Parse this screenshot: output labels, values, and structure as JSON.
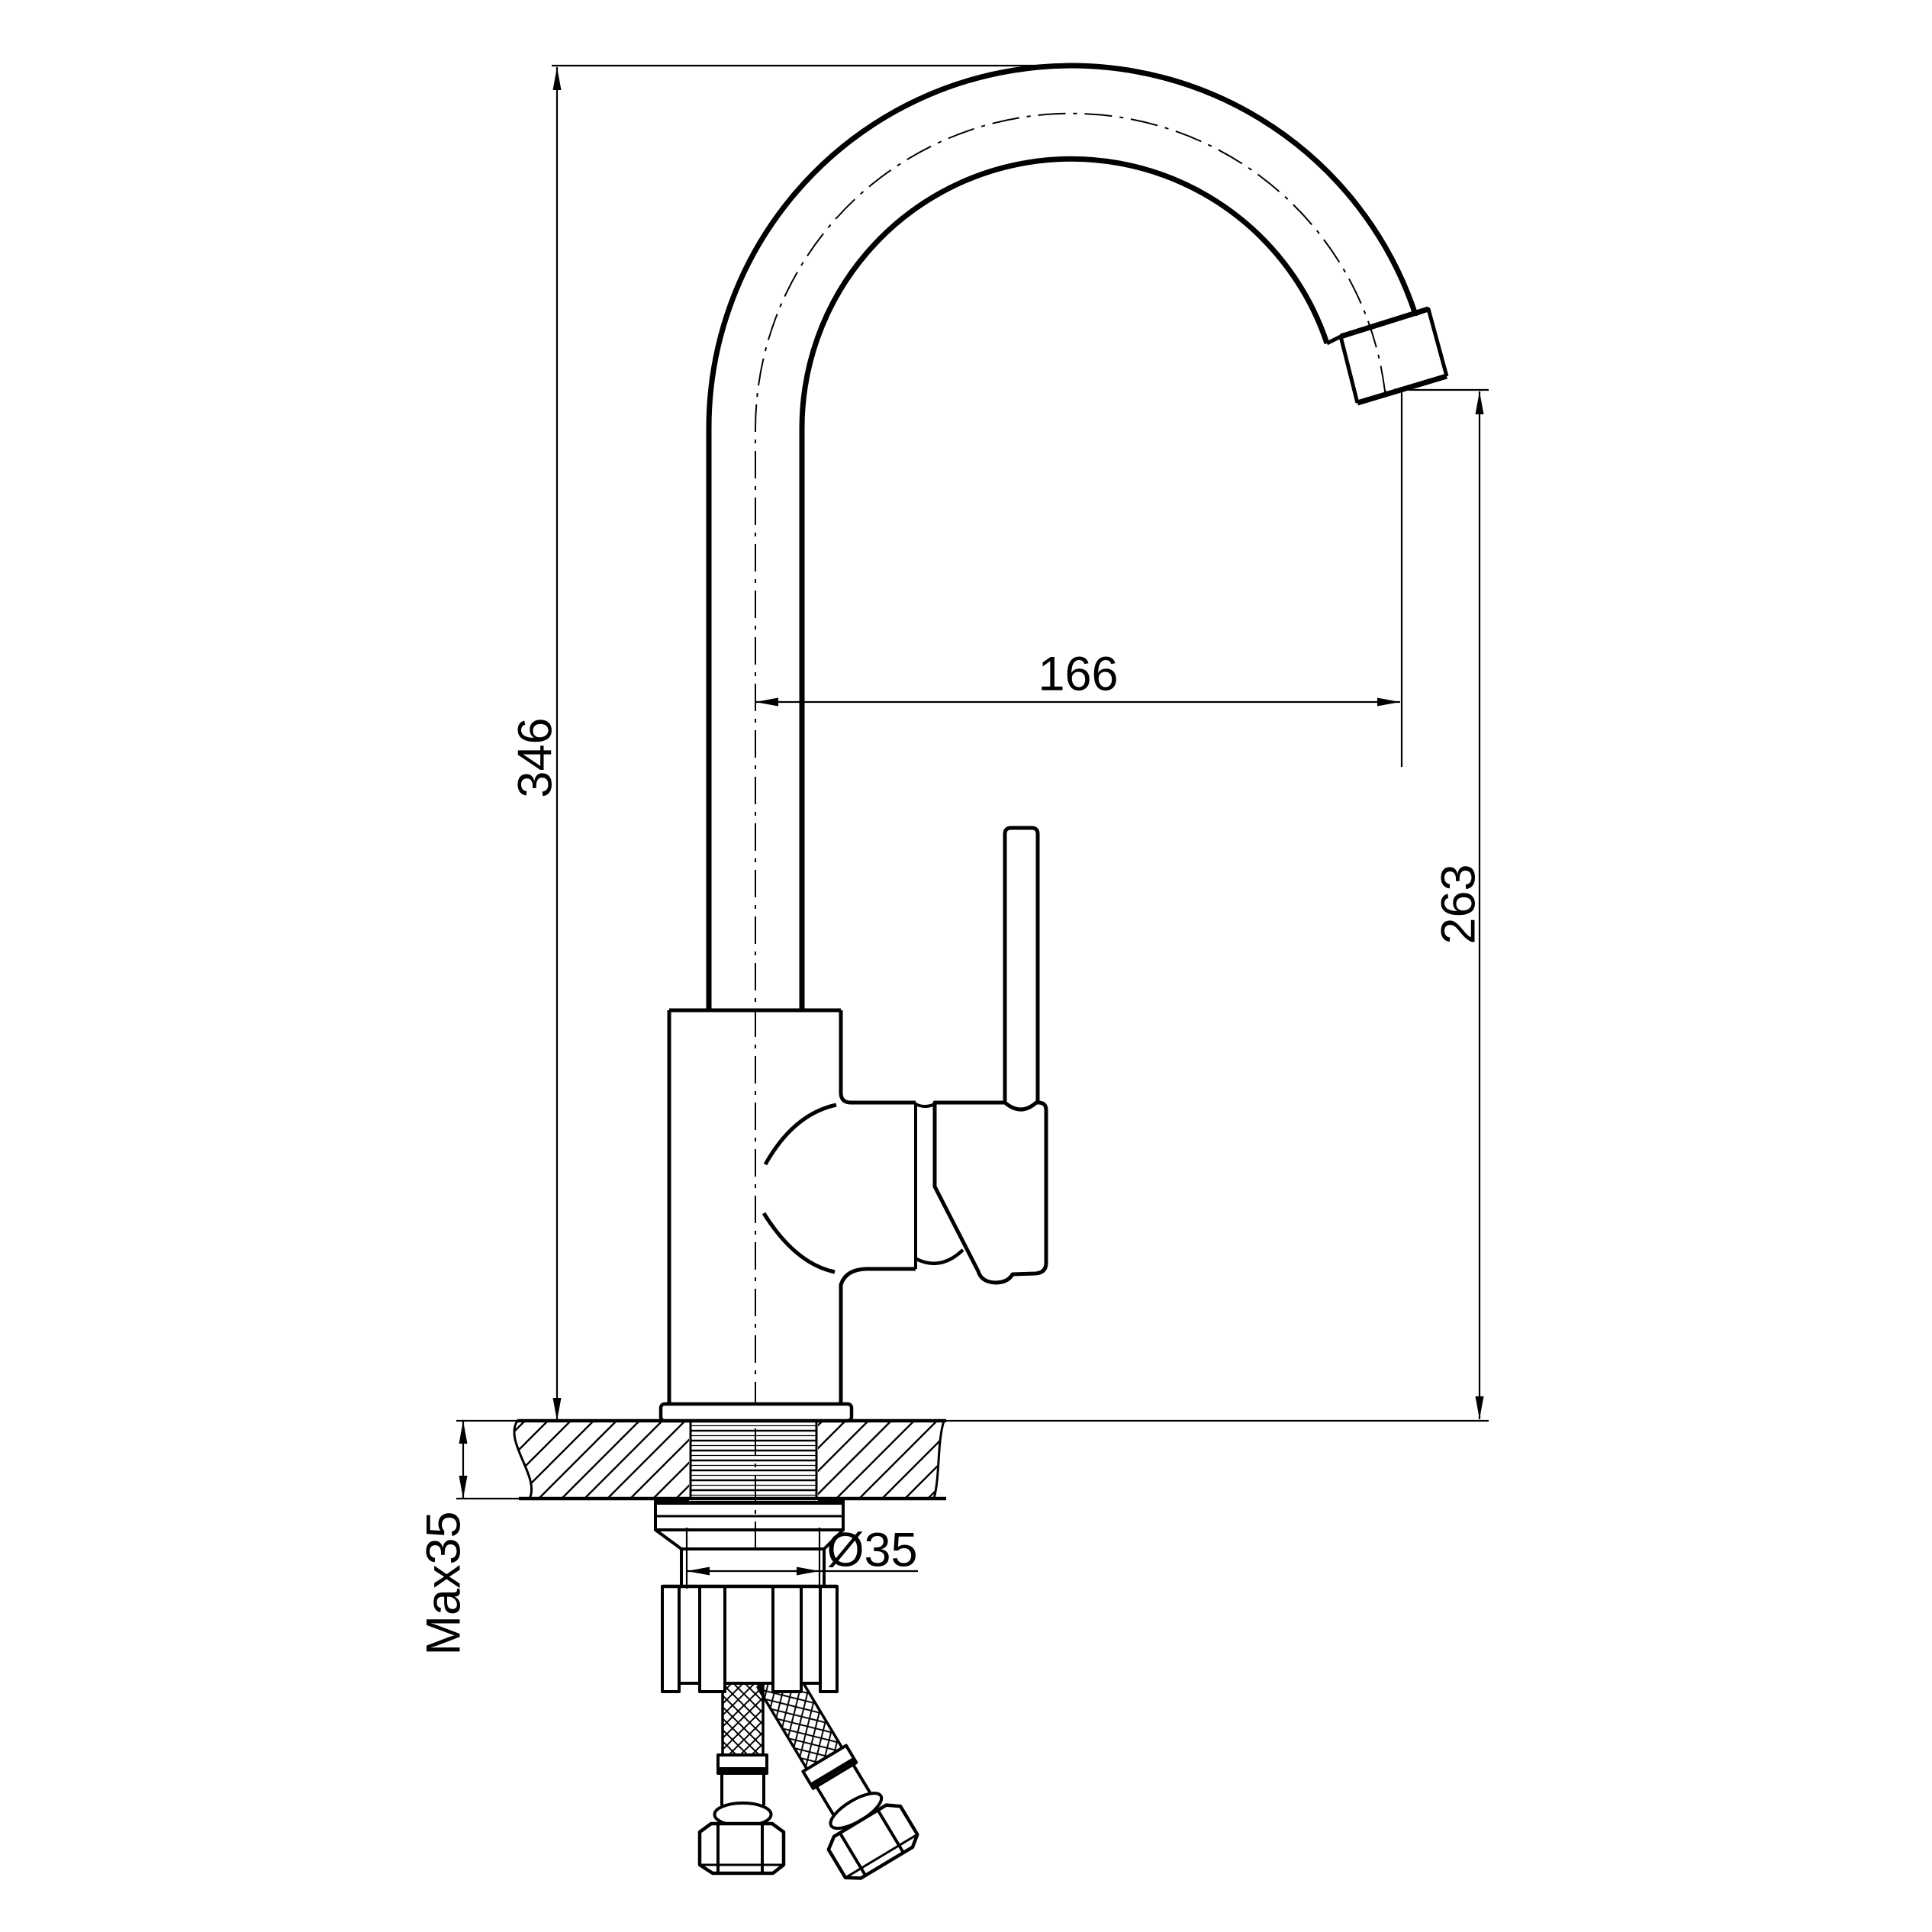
{
  "drawing": {
    "colors": {
      "background": "#ffffff",
      "line": "#000000"
    },
    "dimensions": {
      "total_height": {
        "label": "346"
      },
      "spout_reach": {
        "label": "166"
      },
      "spout_outlet_height": {
        "label": "263"
      },
      "max_deck_thickness": {
        "label": "Max35"
      },
      "mounting_hole_diameter": {
        "label": "Ø35"
      }
    }
  }
}
